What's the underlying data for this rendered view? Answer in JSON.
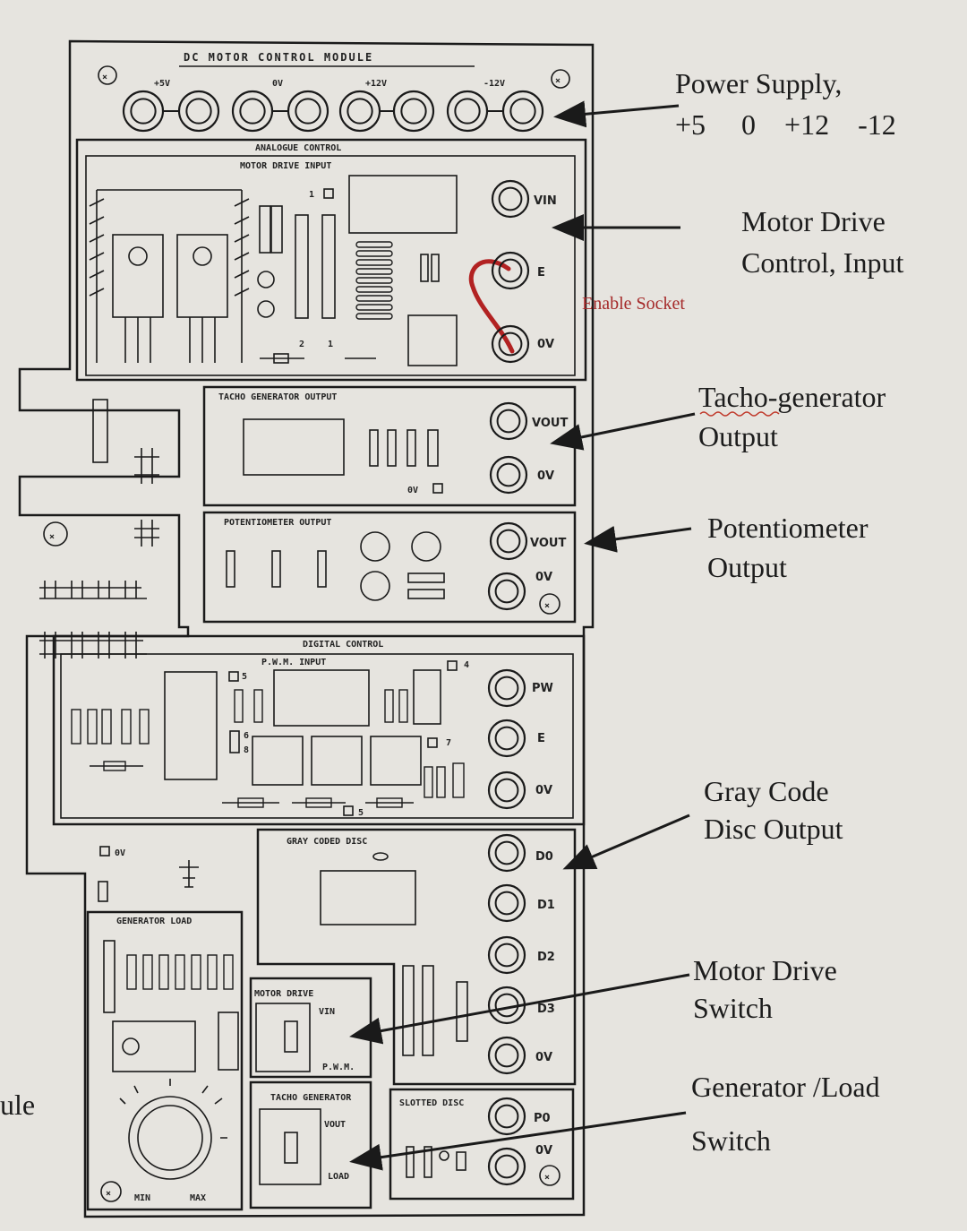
{
  "module": {
    "title": "DC MOTOR CONTROL MODULE",
    "supply_labels": [
      "+5V",
      "0V",
      "+12V",
      "-12V"
    ],
    "analogue_title": "ANALOGUE CONTROL",
    "analogue_sub": "MOTOR DRIVE INPUT",
    "analogue_sockets": [
      "VIN",
      "E",
      "0V"
    ],
    "tacho_title": "TACHO GENERATOR OUTPUT",
    "tacho_sockets": [
      "VOUT",
      "0V"
    ],
    "tacho_small": "0V",
    "pot_title": "POTENTIOMETER OUTPUT",
    "pot_sockets": [
      "VOUT",
      "0V"
    ],
    "digital_title": "DIGITAL CONTROL",
    "digital_sub": "P.W.M. INPUT",
    "digital_sockets": [
      "PW",
      "E",
      "0V"
    ],
    "gray_title": "GRAY CODED DISC",
    "gray_sockets": [
      "D0",
      "D1",
      "D2",
      "D3",
      "0V"
    ],
    "gen_load_title": "GENERATOR LOAD",
    "gen_min": "MIN",
    "gen_max": "MAX",
    "small_0v": "0V",
    "motor_drive_switch_title": "MOTOR DRIVE",
    "motor_drive_switch_top": "VIN",
    "motor_drive_switch_bottom": "P.W.M.",
    "tacho_switch_title": "TACHO GENERATOR",
    "tacho_switch_top": "VOUT",
    "tacho_switch_bottom": "LOAD",
    "slotted_title": "SLOTTED DISC",
    "slotted_sockets": [
      "P0",
      "0V"
    ],
    "component_numbers": [
      "1",
      "2",
      "1",
      "5",
      "4",
      "6",
      "7",
      "8",
      "5"
    ]
  },
  "annotations": {
    "power_1": "Power Supply,",
    "power_2": "+5     0    +12    -12",
    "motor_drive_1": "Motor Drive",
    "motor_drive_2": "Control, Input",
    "enable": "Enable Socket",
    "tacho_1": "Tacho-generator",
    "tacho_2": "Output",
    "pot_1": "Potentiometer",
    "pot_2": "Output",
    "gray_1": "Gray Code",
    "gray_2": "Disc Output",
    "mds_1": "Motor Drive",
    "mds_2": "Switch",
    "gen_1": "Generator /Load",
    "gen_2": "Switch",
    "edge_fragment": "ule"
  },
  "colors": {
    "ink": "#1a1a1a",
    "paper": "#e6e4df",
    "wire": "#b22222"
  }
}
